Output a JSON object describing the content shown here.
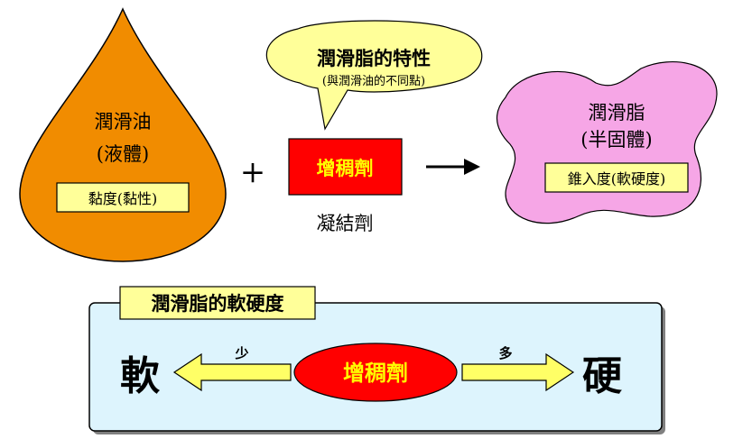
{
  "oil": {
    "name": "潤滑油",
    "state": "(液體)",
    "property": "黏度(黏性)",
    "color": "#F18C00"
  },
  "plus_sign": "+",
  "bubble": {
    "title": "潤滑脂的特性",
    "subtitle": "(與潤滑油的不同點)",
    "color": "#FFFF99"
  },
  "thickener": {
    "label": "增稠劑",
    "caption": "凝結劑",
    "color": "#FF0000",
    "text_color": "#FFFF00"
  },
  "grease": {
    "name": "潤滑脂",
    "state": "(半固體)",
    "property": "錐入度(軟硬度)",
    "color": "#F6A6E6"
  },
  "hardness_panel": {
    "title": "潤滑脂的軟硬度",
    "soft": "軟",
    "hard": "硬",
    "less": "少",
    "more": "多",
    "center_label": "增稠劑",
    "panel_color": "#DDF4FD",
    "arrow_color": "#FFFF66",
    "center_color": "#FF0000"
  }
}
